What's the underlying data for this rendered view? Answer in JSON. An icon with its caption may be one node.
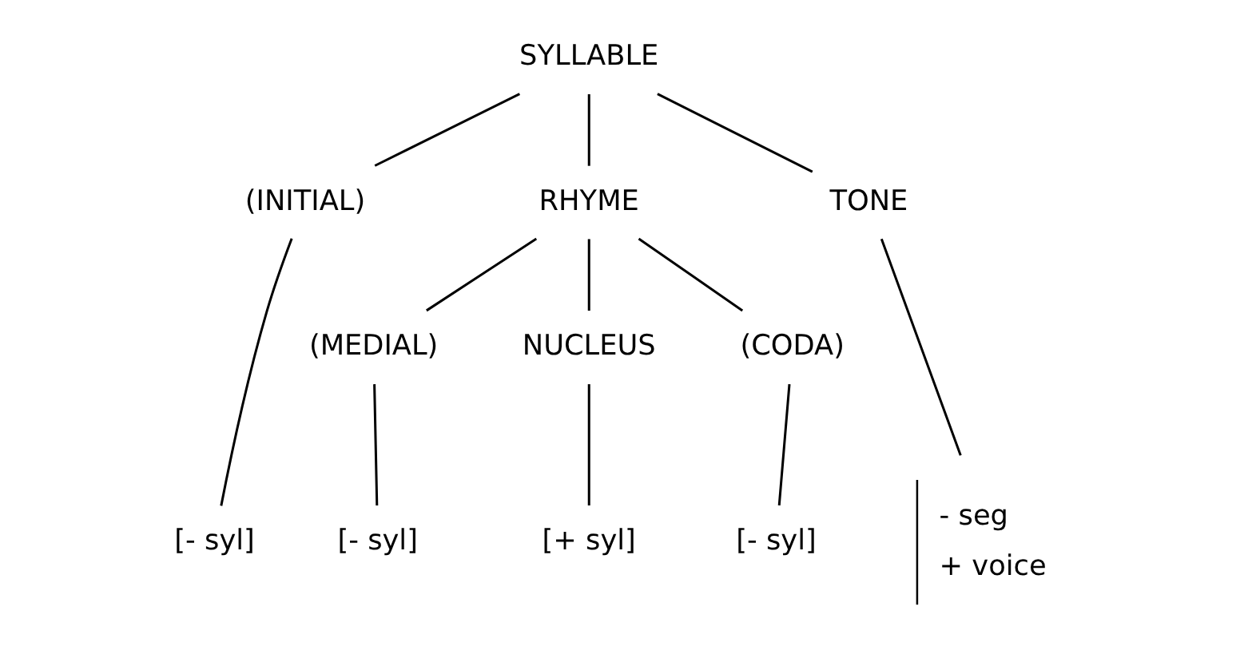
{
  "diagram": {
    "nodes": [
      {
        "text": [
          "SYLLABLE"
        ]
      },
      {
        "text": [
          "(INITIAL)"
        ]
      },
      {
        "text": [
          "RHYME"
        ]
      },
      {
        "text": [
          "TONE"
        ]
      },
      {
        "text": [
          "(MEDIAL)"
        ]
      },
      {
        "text": [
          "NUCLEUS"
        ]
      },
      {
        "text": [
          "(CODA)"
        ]
      },
      {
        "text": [
          "[- syl]"
        ]
      },
      {
        "text": [
          "[- syl]"
        ]
      },
      {
        "text": [
          "[+ syl]"
        ]
      },
      {
        "text": [
          "[- syl]"
        ]
      },
      {
        "text": [
          "- seg",
          "+ voice"
        ]
      }
    ],
    "edges": [
      {
        "from": 0,
        "to": 1,
        "arrow": "none"
      },
      {
        "from": 0,
        "to": 2,
        "arrow": "none"
      },
      {
        "from": 0,
        "to": 3,
        "arrow": "none"
      },
      {
        "from": 2,
        "to": 4,
        "arrow": "none"
      },
      {
        "from": 2,
        "to": 5,
        "arrow": "none"
      },
      {
        "from": 2,
        "to": 6,
        "arrow": "none"
      },
      {
        "from": 1,
        "to": 7,
        "arrow": "none"
      },
      {
        "from": 4,
        "to": 8,
        "arrow": "none"
      },
      {
        "from": 5,
        "to": 9,
        "arrow": "none"
      },
      {
        "from": 6,
        "to": 10,
        "arrow": "none"
      },
      {
        "from": 3,
        "to": 11,
        "arrow": "none"
      }
    ]
  }
}
